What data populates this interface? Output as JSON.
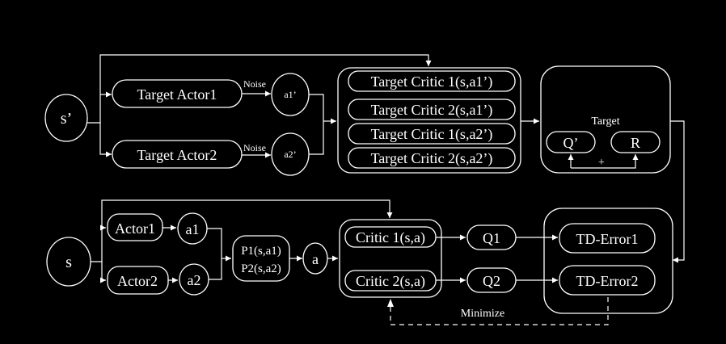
{
  "diagram": {
    "states": {
      "s_prime": "s’",
      "s": "s"
    },
    "target_actors": {
      "actor1": "Target Actor1",
      "actor2": "Target Actor2"
    },
    "noise_labels": {
      "noise1": "Noise",
      "noise2": "Noise"
    },
    "target_actions": {
      "a1": "a1’",
      "a2": "a2’"
    },
    "target_critics": [
      "Target Critic 1(s,a1’)",
      "Target Critic 2(s,a1’)",
      "Target Critic 1(s,a2’)",
      "Target Critic 2(s,a2’)"
    ],
    "target_box": {
      "title": "Target",
      "q": "Q’",
      "r": "R",
      "plus": "+"
    },
    "actors": {
      "actor1": "Actor1",
      "actor2": "Actor2"
    },
    "actions": {
      "a1": "a1",
      "a2": "a2"
    },
    "selector": {
      "line1": "P1(s,a1)",
      "line2": "P2(s,a2)"
    },
    "action": "a",
    "critics": {
      "critic1": "Critic 1(s,a)",
      "critic2": "Critic 2(s,a)"
    },
    "q_values": {
      "q1": "Q1",
      "q2": "Q2"
    },
    "td_errors": {
      "err1": "TD-Error1",
      "err2": "TD-Error2"
    },
    "minimize_label": "Minimize"
  }
}
